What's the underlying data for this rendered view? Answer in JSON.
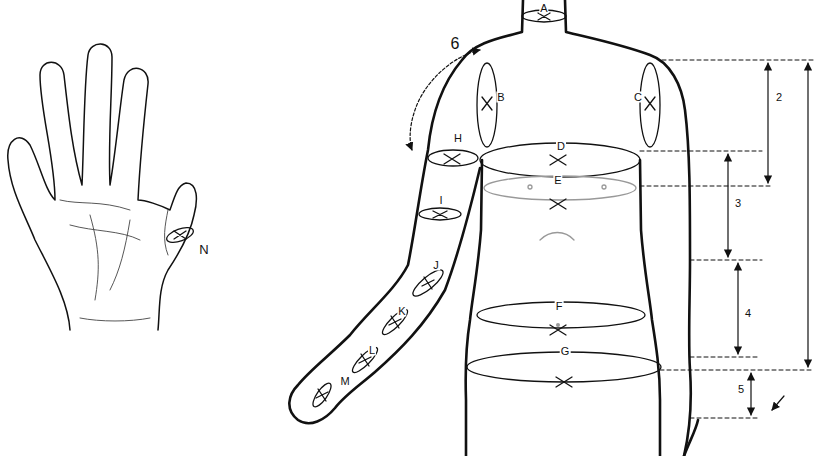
{
  "diagram": {
    "labels": [
      "A",
      "B",
      "C",
      "H",
      "D",
      "E",
      "I",
      "J",
      "K",
      "F",
      "L",
      "G",
      "M",
      "N",
      "2",
      "3",
      "4",
      "5",
      "6"
    ]
  }
}
